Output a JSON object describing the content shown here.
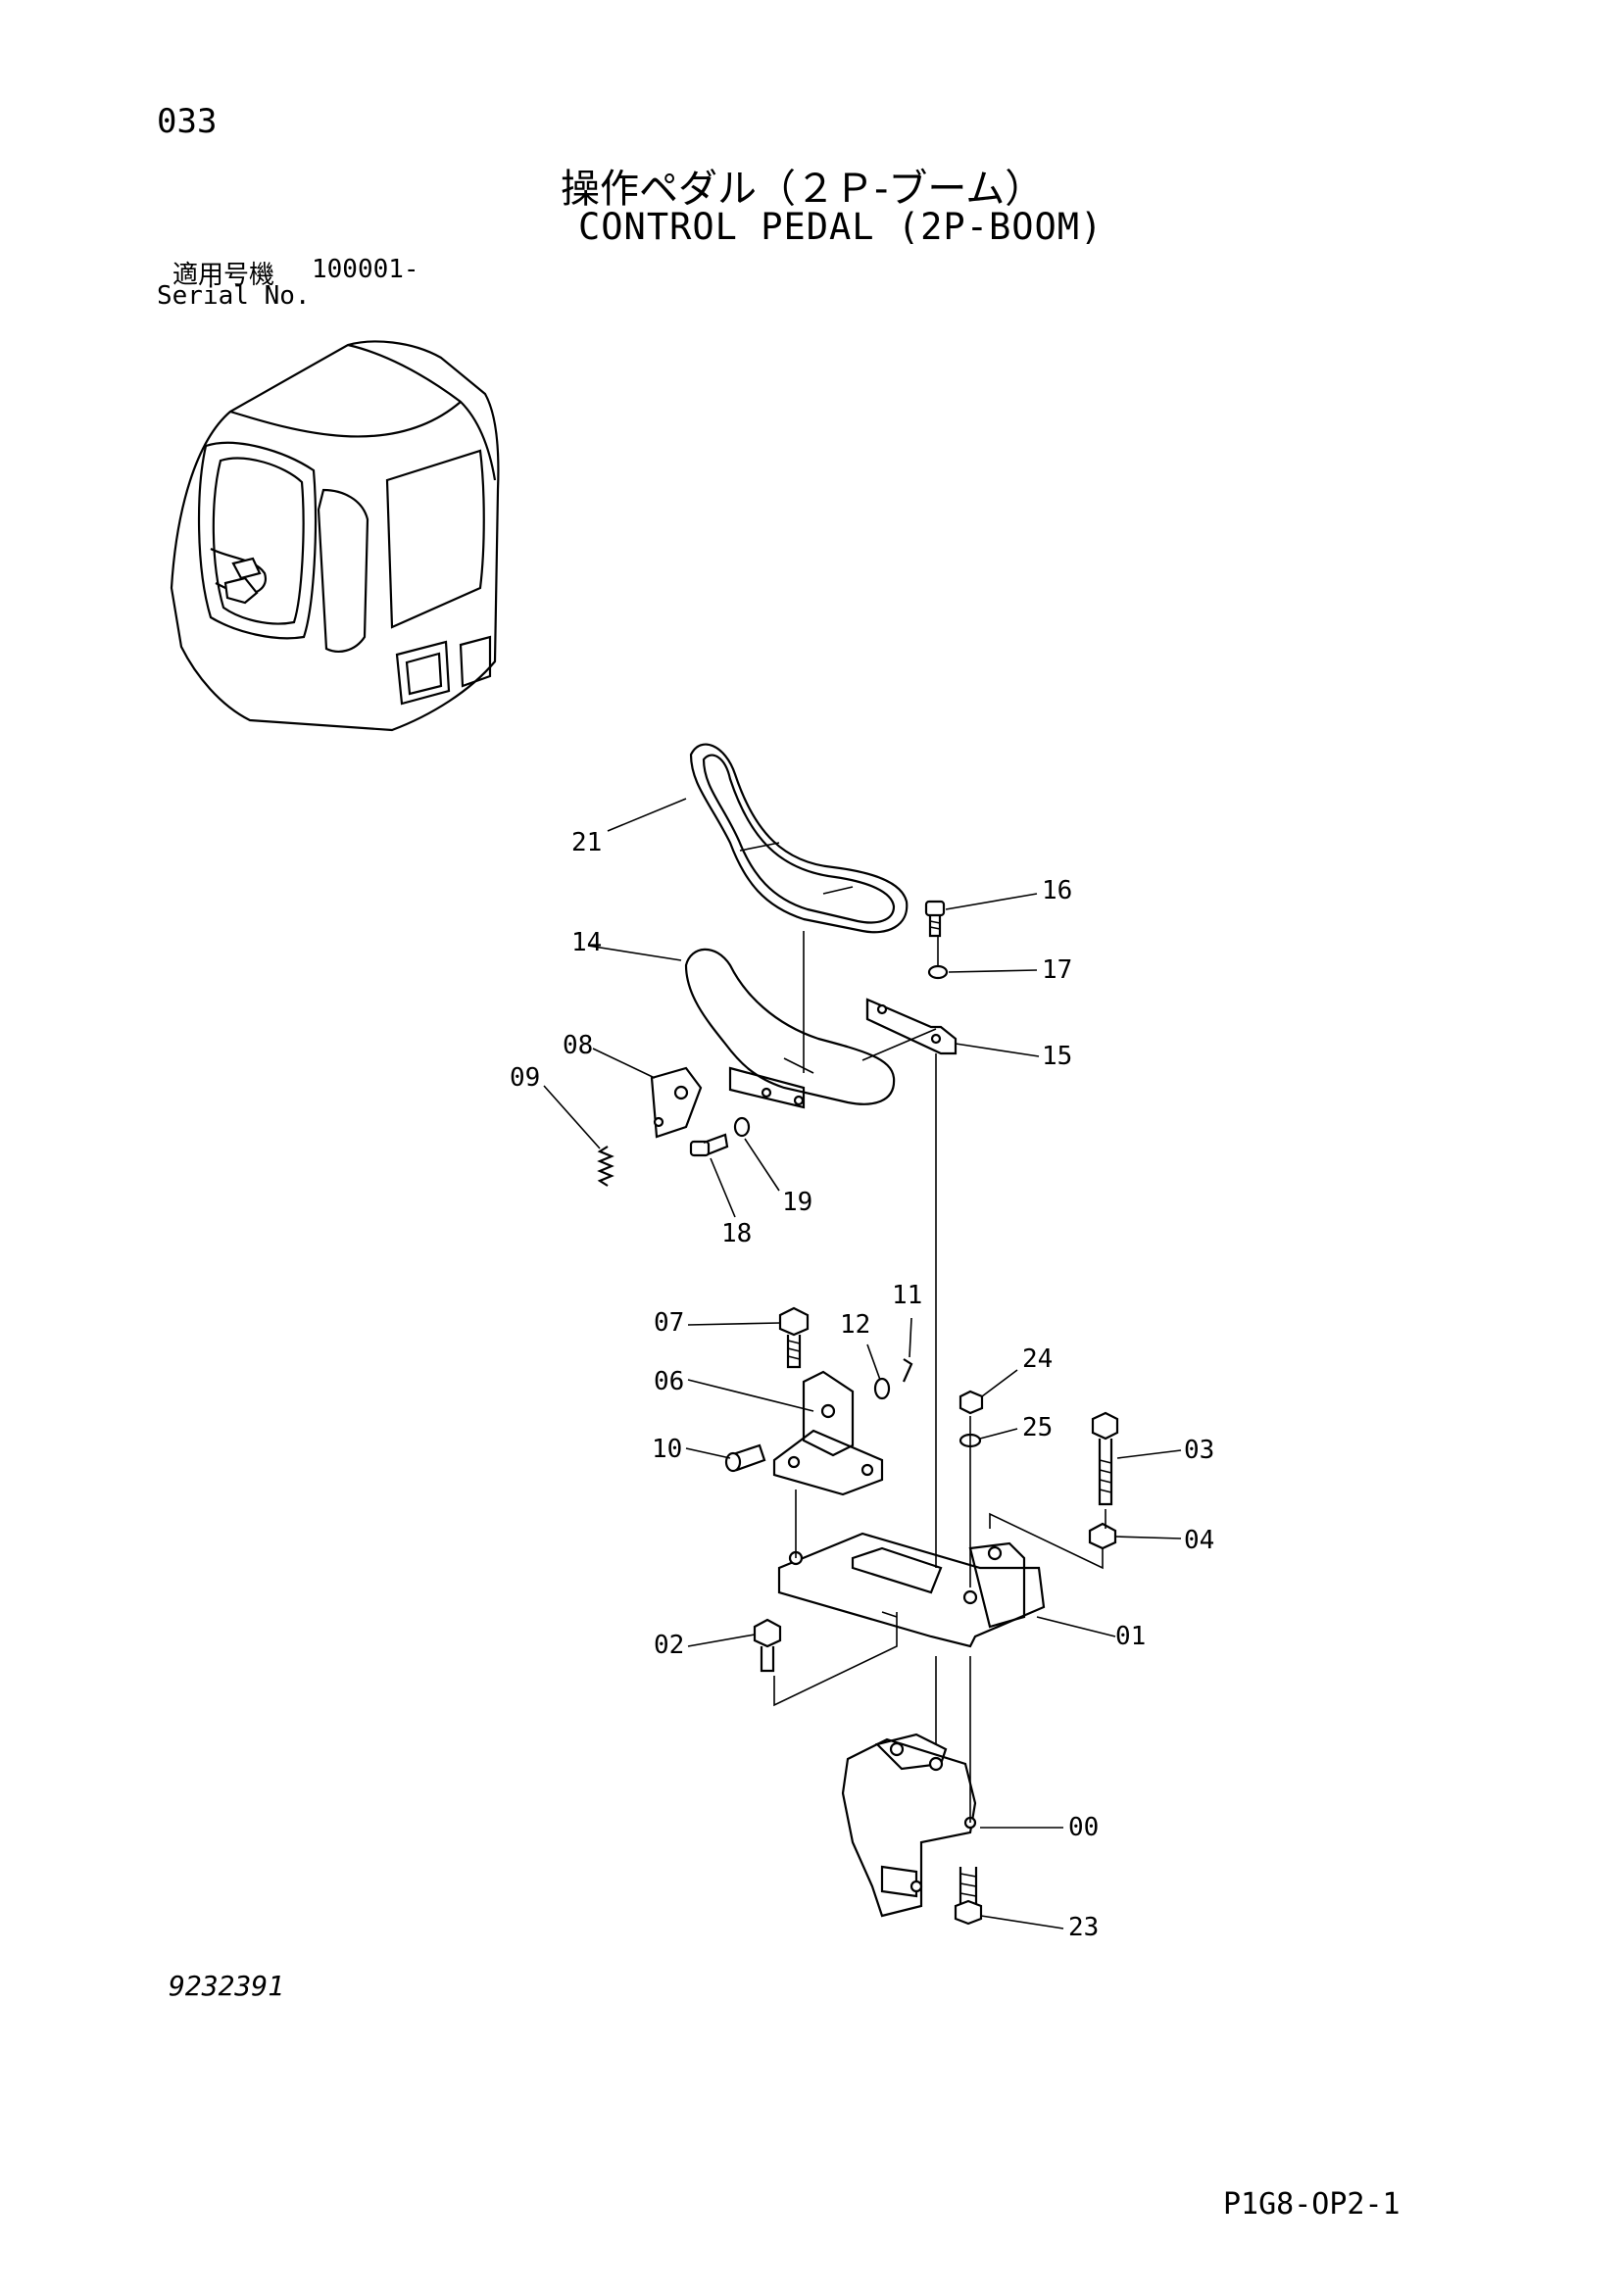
{
  "header": {
    "page_number": "033",
    "title_jp": "操作ペダル（２Ｐ-ブーム）",
    "title_en": "CONTROL PEDAL (2P-BOOM)",
    "serial_label_jp": "適用号機",
    "serial_start": "100001-",
    "serial_label_en": "Serial No."
  },
  "parts_callouts": [
    {
      "id": "callout-21",
      "label": "21"
    },
    {
      "id": "callout-16",
      "label": "16"
    },
    {
      "id": "callout-14",
      "label": "14"
    },
    {
      "id": "callout-17",
      "label": "17"
    },
    {
      "id": "callout-08",
      "label": "08"
    },
    {
      "id": "callout-15",
      "label": "15"
    },
    {
      "id": "callout-09",
      "label": "09"
    },
    {
      "id": "callout-19",
      "label": "19"
    },
    {
      "id": "callout-18",
      "label": "18"
    },
    {
      "id": "callout-11",
      "label": "11"
    },
    {
      "id": "callout-07",
      "label": "07"
    },
    {
      "id": "callout-12",
      "label": "12"
    },
    {
      "id": "callout-24",
      "label": "24"
    },
    {
      "id": "callout-06",
      "label": "06"
    },
    {
      "id": "callout-25",
      "label": "25"
    },
    {
      "id": "callout-10",
      "label": "10"
    },
    {
      "id": "callout-03",
      "label": "03"
    },
    {
      "id": "callout-04",
      "label": "04"
    },
    {
      "id": "callout-02",
      "label": "02"
    },
    {
      "id": "callout-01",
      "label": "01"
    },
    {
      "id": "callout-00",
      "label": "00"
    },
    {
      "id": "callout-23",
      "label": "23"
    }
  ],
  "footer": {
    "drawing_number": "9232391",
    "sheet_code": "P1G8-OP2-1"
  }
}
